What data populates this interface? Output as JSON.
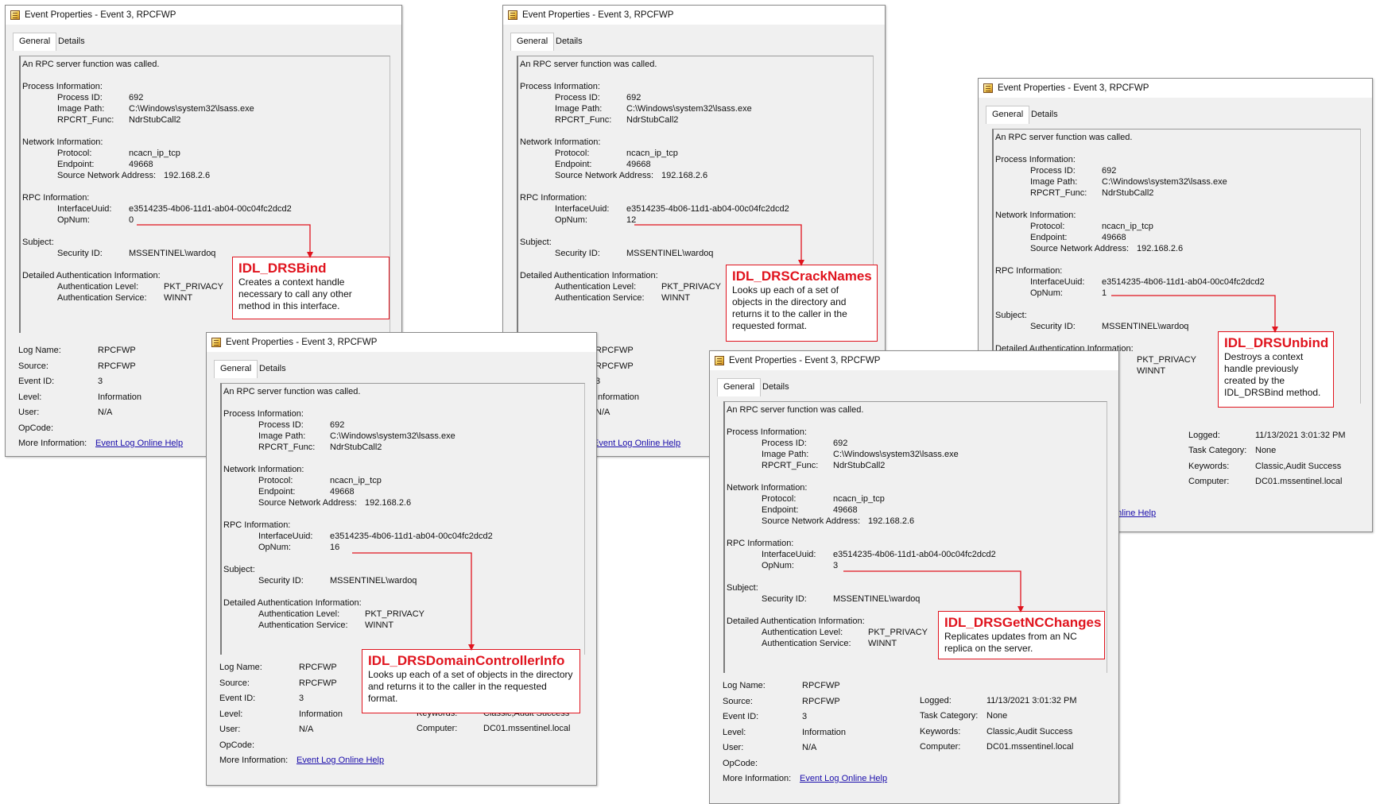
{
  "common": {
    "tab_general": "General",
    "tab_details": "Details",
    "description": "An RPC server function was called.",
    "sec_process": "Process Information:",
    "lbl_pid": "Process ID:",
    "val_pid": "692",
    "lbl_image": "Image Path:",
    "val_image": "C:\\Windows\\system32\\lsass.exe",
    "lbl_func": "RPCRT_Func:",
    "val_func": "NdrStubCall2",
    "sec_network": "Network Information:",
    "lbl_protocol": "Protocol:",
    "val_protocol": "ncacn_ip_tcp",
    "lbl_endpoint": "Endpoint:",
    "val_endpoint": "49668",
    "lbl_srcaddr": "Source Network Address:",
    "val_srcaddr": "192.168.2.6",
    "sec_rpc": "RPC Information:",
    "lbl_uuid": "InterfaceUuid:",
    "val_uuid": "e3514235-4b06-11d1-ab04-00c04fc2dcd2",
    "lbl_opnum": "OpNum:",
    "sec_subject": "Subject:",
    "lbl_secid": "Security ID:",
    "val_secid": "MSSENTINEL\\wardoq",
    "sec_auth": "Detailed Authentication Information:",
    "lbl_authlevel": "Authentication Level:",
    "val_authlevel": "PKT_PRIVACY",
    "lbl_authsvc": "Authentication Service:",
    "val_authsvc": "WINNT",
    "lbl_logname": "Log Name:",
    "val_logname": "RPCFWP",
    "lbl_source": "Source:",
    "val_source": "RPCFWP",
    "lbl_eventid": "Event ID:",
    "val_eventid": "3",
    "lbl_level": "Level:",
    "val_level": "Information",
    "lbl_user": "User:",
    "val_user": "N/A",
    "lbl_opcode": "OpCode:",
    "lbl_moreinfo": "More Information:",
    "val_moreinfo": "Event Log Online Help",
    "lbl_logged": "Logged:",
    "val_logged": "11/13/2021 3:01:32 PM",
    "lbl_taskcat": "Task Category:",
    "val_taskcat": "None",
    "lbl_keywords": "Keywords:",
    "val_keywords": "Classic,Audit Success",
    "lbl_computer": "Computer:",
    "val_computer": "DC01.mssentinel.local"
  },
  "windows": [
    {
      "title": "Event Properties - Event 3, RPCFWP",
      "opnum": "0",
      "callout_title": "IDL_DRSBind",
      "callout_desc": "Creates a context handle necessary to call any other method in this interface."
    },
    {
      "title": "Event Properties - Event 3, RPCFWP",
      "opnum": "12",
      "callout_title": "IDL_DRSCrackNames",
      "callout_desc": "Looks up each of a set of objects in the directory and returns it to the caller in the requested format."
    },
    {
      "title": "Event Properties - Event 3, RPCFWP",
      "opnum": "1",
      "callout_title": "IDL_DRSUnbind",
      "callout_desc": "Destroys a context handle previously created by the IDL_DRSBind method."
    },
    {
      "title": "Event Properties - Event 3, RPCFWP",
      "opnum": "16",
      "callout_title": "IDL_DRSDomainControllerInfo",
      "callout_desc": "Looks up each of a set of objects in the directory and returns it to the caller in the requested format."
    },
    {
      "title": "Event Properties - Event 3, RPCFWP",
      "opnum": "3",
      "callout_title": "IDL_DRSGetNCChanges",
      "callout_desc": "Replicates updates from an NC replica on the server."
    }
  ]
}
